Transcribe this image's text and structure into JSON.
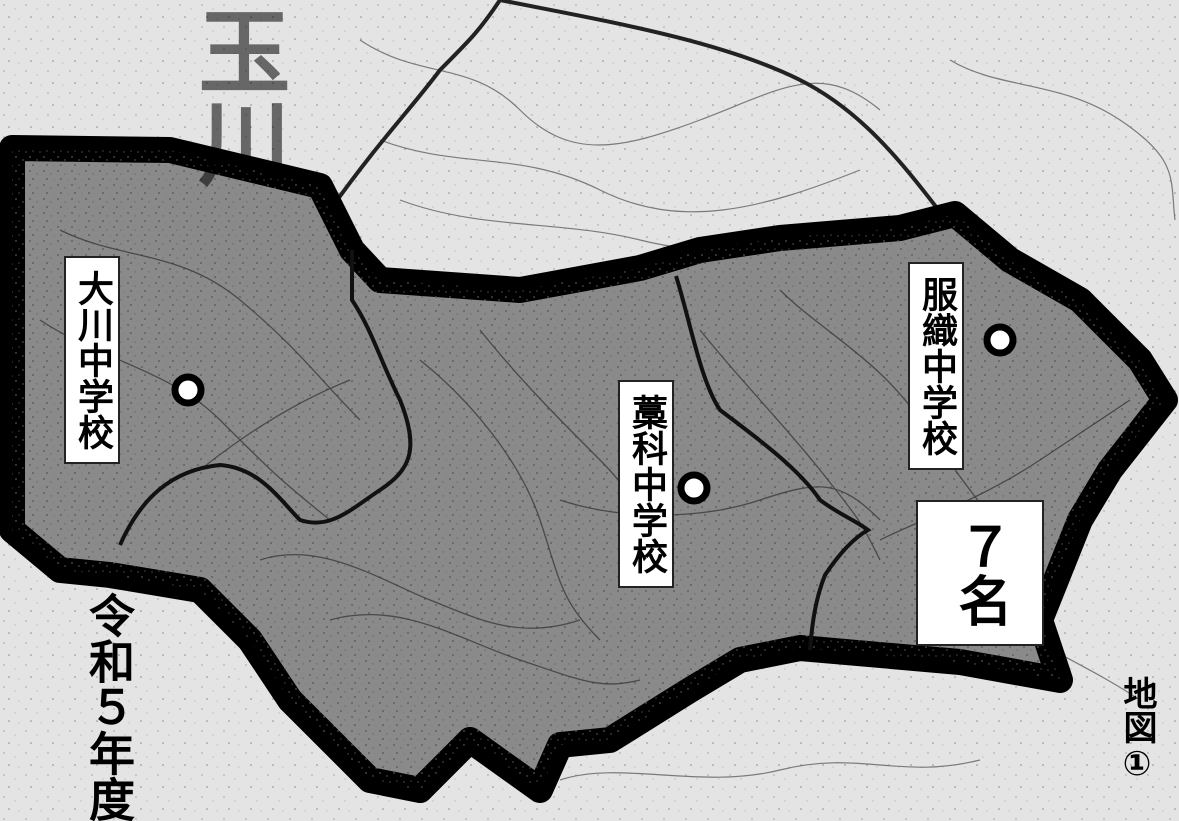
{
  "map": {
    "year_label": "令和５年度",
    "map_number": "地図①",
    "background_text": "玉川",
    "student_count": "７名",
    "schools": {
      "okawa": "大川中学校",
      "aishina": "藁科中学校",
      "hattori": "服織中学校"
    },
    "colors": {
      "district_fill": "#8a8a8a",
      "outside_fill": "#e4e4e4",
      "boundary": "#000000",
      "internal_boundary": "#1a1a1a"
    },
    "icons": [
      "school-marker-icon"
    ]
  }
}
